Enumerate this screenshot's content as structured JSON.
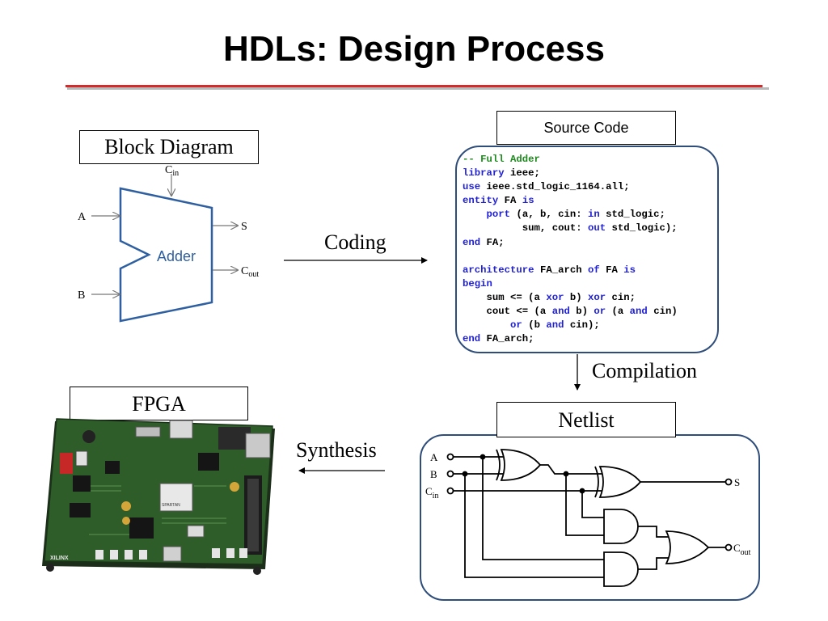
{
  "title": "HDLs: Design Process",
  "labels": {
    "block_diagram": "Block Diagram",
    "source_code": "Source Code",
    "fpga": "FPGA",
    "netlist": "Netlist"
  },
  "steps": {
    "coding": "Coding",
    "compilation": "Compilation",
    "synthesis": "Synthesis"
  },
  "adder": {
    "label": "Adder",
    "in_a": "A",
    "in_b": "B",
    "cin": "C",
    "cin_sub": "in",
    "out_s": "S",
    "cout": "C",
    "cout_sub": "out"
  },
  "code_lines": [
    [
      {
        "t": "-- Full Adder",
        "c": "cm"
      }
    ],
    [
      {
        "t": "library",
        "c": "kw"
      },
      {
        "t": " ieee;"
      }
    ],
    [
      {
        "t": "use",
        "c": "kw"
      },
      {
        "t": " ieee.std_logic_1164.all;"
      }
    ],
    [
      {
        "t": "entity",
        "c": "kw"
      },
      {
        "t": " FA "
      },
      {
        "t": "is",
        "c": "kw"
      }
    ],
    [
      {
        "t": "    "
      },
      {
        "t": "port",
        "c": "kw"
      },
      {
        "t": " (a, b, cin: "
      },
      {
        "t": "in",
        "c": "kw"
      },
      {
        "t": " std_logic;"
      }
    ],
    [
      {
        "t": "          sum, cout: "
      },
      {
        "t": "out",
        "c": "kw"
      },
      {
        "t": " std_logic);"
      }
    ],
    [
      {
        "t": "end",
        "c": "kw"
      },
      {
        "t": " FA;"
      }
    ],
    [
      {
        "t": ""
      }
    ],
    [
      {
        "t": "architecture",
        "c": "kw"
      },
      {
        "t": " FA_arch "
      },
      {
        "t": "of",
        "c": "kw"
      },
      {
        "t": " FA "
      },
      {
        "t": "is",
        "c": "kw"
      }
    ],
    [
      {
        "t": "begin",
        "c": "kw"
      }
    ],
    [
      {
        "t": "    sum <= (a "
      },
      {
        "t": "xor",
        "c": "kw"
      },
      {
        "t": " b) "
      },
      {
        "t": "xor",
        "c": "kw"
      },
      {
        "t": " cin;"
      }
    ],
    [
      {
        "t": "    cout <= (a "
      },
      {
        "t": "and",
        "c": "kw"
      },
      {
        "t": " b) "
      },
      {
        "t": "or",
        "c": "kw"
      },
      {
        "t": " (a "
      },
      {
        "t": "and",
        "c": "kw"
      },
      {
        "t": " cin)"
      }
    ],
    [
      {
        "t": "        "
      },
      {
        "t": "or",
        "c": "kw"
      },
      {
        "t": " (b "
      },
      {
        "t": "and",
        "c": "kw"
      },
      {
        "t": " cin);"
      }
    ],
    [
      {
        "t": "end",
        "c": "kw"
      },
      {
        "t": " FA_arch;"
      }
    ]
  ],
  "netlist": {
    "in_a": "A",
    "in_b": "B",
    "cin": "C",
    "cin_sub": "in",
    "out_s": "S",
    "cout": "C",
    "cout_sub": "out"
  },
  "fpga_board": {
    "brand": "XILINX",
    "chip": "SPARTAN"
  },
  "colors": {
    "title_rule": "#d42a2a",
    "box_border": "#2e4d7a",
    "adder_stroke": "#2e5fa0",
    "code_keyword": "#1f1fd6",
    "code_comment": "#1f8a1f",
    "pcb": "#2f5d2a"
  }
}
